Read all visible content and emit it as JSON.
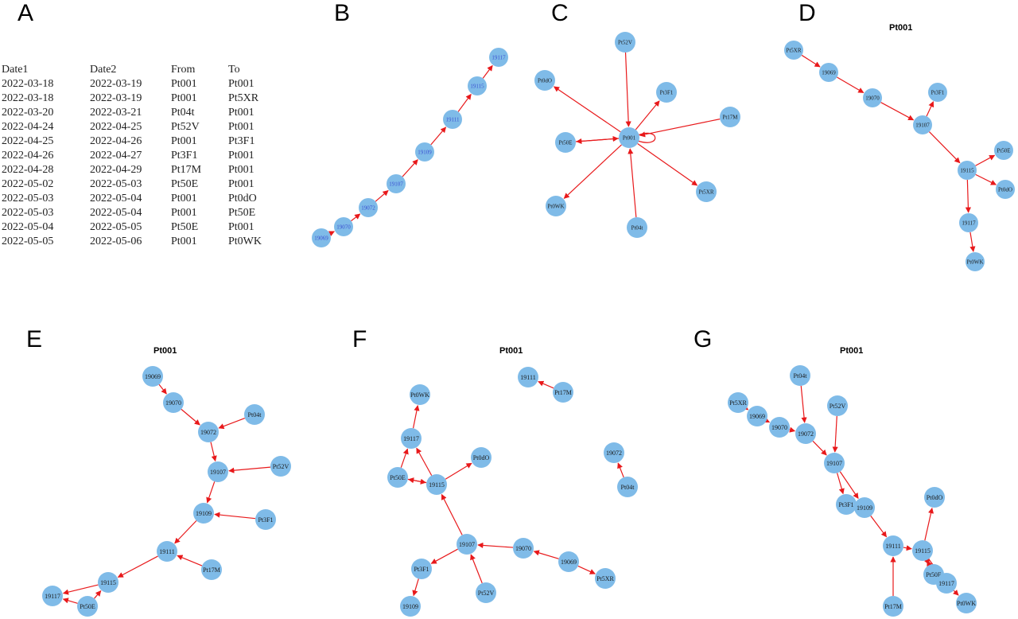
{
  "panel_letters": [
    "A",
    "B",
    "C",
    "D",
    "E",
    "F",
    "G"
  ],
  "table": {
    "headers": [
      "Date1",
      "Date2",
      "From",
      "To"
    ],
    "rows": [
      [
        "2022-03-18",
        "2022-03-19",
        "Pt001",
        "Pt001"
      ],
      [
        "2022-03-18",
        "2022-03-19",
        "Pt001",
        "Pt5XR"
      ],
      [
        "2022-03-20",
        "2022-03-21",
        "Pt04t",
        "Pt001"
      ],
      [
        "2022-04-24",
        "2022-04-25",
        "Pt52V",
        "Pt001"
      ],
      [
        "2022-04-25",
        "2022-04-26",
        "Pt001",
        "Pt3F1"
      ],
      [
        "2022-04-26",
        "2022-04-27",
        "Pt3F1",
        "Pt001"
      ],
      [
        "2022-04-28",
        "2022-04-29",
        "Pt17M",
        "Pt001"
      ],
      [
        "2022-05-02",
        "2022-05-03",
        "Pt50E",
        "Pt001"
      ],
      [
        "2022-05-03",
        "2022-05-04",
        "Pt001",
        "Pt0dO"
      ],
      [
        "2022-05-03",
        "2022-05-04",
        "Pt001",
        "Pt50E"
      ],
      [
        "2022-05-04",
        "2022-05-05",
        "Pt50E",
        "Pt001"
      ],
      [
        "2022-05-05",
        "2022-05-06",
        "Pt001",
        "Pt0WK"
      ]
    ]
  },
  "colors": {
    "node": "#7fbbe8",
    "edge": "#e8191b",
    "text": "#1a1a1a",
    "b_text": "#3a4fd0"
  },
  "panels": {
    "B": {
      "title": "",
      "nodes": [
        "19069",
        "19070",
        "19072",
        "19107",
        "19109",
        "19111",
        "19115",
        "19117"
      ],
      "edges": [
        [
          "19069",
          "19070"
        ],
        [
          "19070",
          "19072"
        ],
        [
          "19072",
          "19107"
        ],
        [
          "19107",
          "19109"
        ],
        [
          "19109",
          "19111"
        ],
        [
          "19111",
          "19115"
        ],
        [
          "19115",
          "19117"
        ]
      ]
    },
    "C": {
      "title": "",
      "nodes": [
        "Pt001",
        "Pt52V",
        "Pt0dO",
        "Pt3F1",
        "Pt17M",
        "Pt50E",
        "Pt0WK",
        "Pt04t",
        "Pt5XR"
      ],
      "edges": [
        [
          "Pt52V",
          "Pt001"
        ],
        [
          "Pt001",
          "Pt0dO"
        ],
        [
          "Pt001",
          "Pt3F1"
        ],
        [
          "Pt17M",
          "Pt001"
        ],
        [
          "Pt001",
          "Pt50E"
        ],
        [
          "Pt50E",
          "Pt001"
        ],
        [
          "Pt001",
          "Pt0WK"
        ],
        [
          "Pt04t",
          "Pt001"
        ],
        [
          "Pt001",
          "Pt5XR"
        ],
        [
          "Pt001",
          "Pt001"
        ]
      ]
    },
    "D": {
      "title": "Pt001",
      "nodes": [
        "Pt5XR",
        "19069",
        "19070",
        "Pt3F1",
        "19107",
        "19115",
        "Pt50E",
        "Pt0dO",
        "19117",
        "Pt0WK"
      ],
      "edges": [
        [
          "Pt5XR",
          "19069"
        ],
        [
          "19069",
          "19070"
        ],
        [
          "19070",
          "19107"
        ],
        [
          "19107",
          "Pt3F1"
        ],
        [
          "19107",
          "19115"
        ],
        [
          "19115",
          "Pt50E"
        ],
        [
          "19115",
          "Pt0dO"
        ],
        [
          "19115",
          "19117"
        ],
        [
          "19117",
          "Pt0WK"
        ]
      ]
    },
    "E": {
      "title": "Pt001",
      "nodes": [
        "19069",
        "19070",
        "19072",
        "Pt04t",
        "19107",
        "Pt52V",
        "19109",
        "Pt3F1",
        "19111",
        "Pt17M",
        "19115",
        "19117",
        "Pt50E"
      ],
      "edges": [
        [
          "19069",
          "19070"
        ],
        [
          "19070",
          "19072"
        ],
        [
          "Pt04t",
          "19072"
        ],
        [
          "19072",
          "19107"
        ],
        [
          "Pt52V",
          "19107"
        ],
        [
          "19107",
          "19109"
        ],
        [
          "Pt3F1",
          "19109"
        ],
        [
          "19109",
          "19111"
        ],
        [
          "Pt17M",
          "19111"
        ],
        [
          "19111",
          "19115"
        ],
        [
          "19115",
          "19117"
        ],
        [
          "Pt50E",
          "19115"
        ],
        [
          "Pt50E",
          "19117"
        ]
      ]
    },
    "F": {
      "title": "Pt001",
      "nodes": [
        "19111",
        "Pt17M",
        "Pt0WK",
        "19117",
        "Pt50E",
        "19115",
        "Pt0dO",
        "19072",
        "Pt04t",
        "19107",
        "19070",
        "19069",
        "Pt5XR",
        "Pt3F1",
        "Pt52V",
        "19109"
      ],
      "edges": [
        [
          "Pt17M",
          "19111"
        ],
        [
          "19117",
          "Pt0WK"
        ],
        [
          "Pt50E",
          "19117"
        ],
        [
          "19115",
          "19117"
        ],
        [
          "19115",
          "Pt50E"
        ],
        [
          "Pt50E",
          "19115"
        ],
        [
          "19115",
          "Pt0dO"
        ],
        [
          "19107",
          "19115"
        ],
        [
          "Pt04t",
          "19072"
        ],
        [
          "19070",
          "19107"
        ],
        [
          "19069",
          "19070"
        ],
        [
          "19069",
          "Pt5XR"
        ],
        [
          "19107",
          "Pt3F1"
        ],
        [
          "Pt3F1",
          "19109"
        ],
        [
          "Pt52V",
          "19107"
        ]
      ]
    },
    "G": {
      "title": "Pt001",
      "nodes": [
        "Pt04t",
        "Pt5XR",
        "19069",
        "19070",
        "19072",
        "Pt52V",
        "19107",
        "Pt3F1",
        "19109",
        "Pt0dO",
        "19111",
        "19115",
        "Pt50E",
        "19117",
        "Pt17M",
        "Pt0WK"
      ],
      "edges": [
        [
          "Pt5XR",
          "19069"
        ],
        [
          "19069",
          "19070"
        ],
        [
          "19070",
          "19072"
        ],
        [
          "Pt04t",
          "19072"
        ],
        [
          "19072",
          "19107"
        ],
        [
          "Pt52V",
          "19107"
        ],
        [
          "19107",
          "Pt3F1"
        ],
        [
          "19107",
          "19109"
        ],
        [
          "Pt3F1",
          "19109"
        ],
        [
          "19109",
          "19111"
        ],
        [
          "19111",
          "19115"
        ],
        [
          "Pt17M",
          "19111"
        ],
        [
          "19115",
          "Pt0dO"
        ],
        [
          "19115",
          "Pt50E"
        ],
        [
          "Pt50E",
          "19115"
        ],
        [
          "19115",
          "19117"
        ],
        [
          "19117",
          "Pt0WK"
        ]
      ]
    }
  }
}
